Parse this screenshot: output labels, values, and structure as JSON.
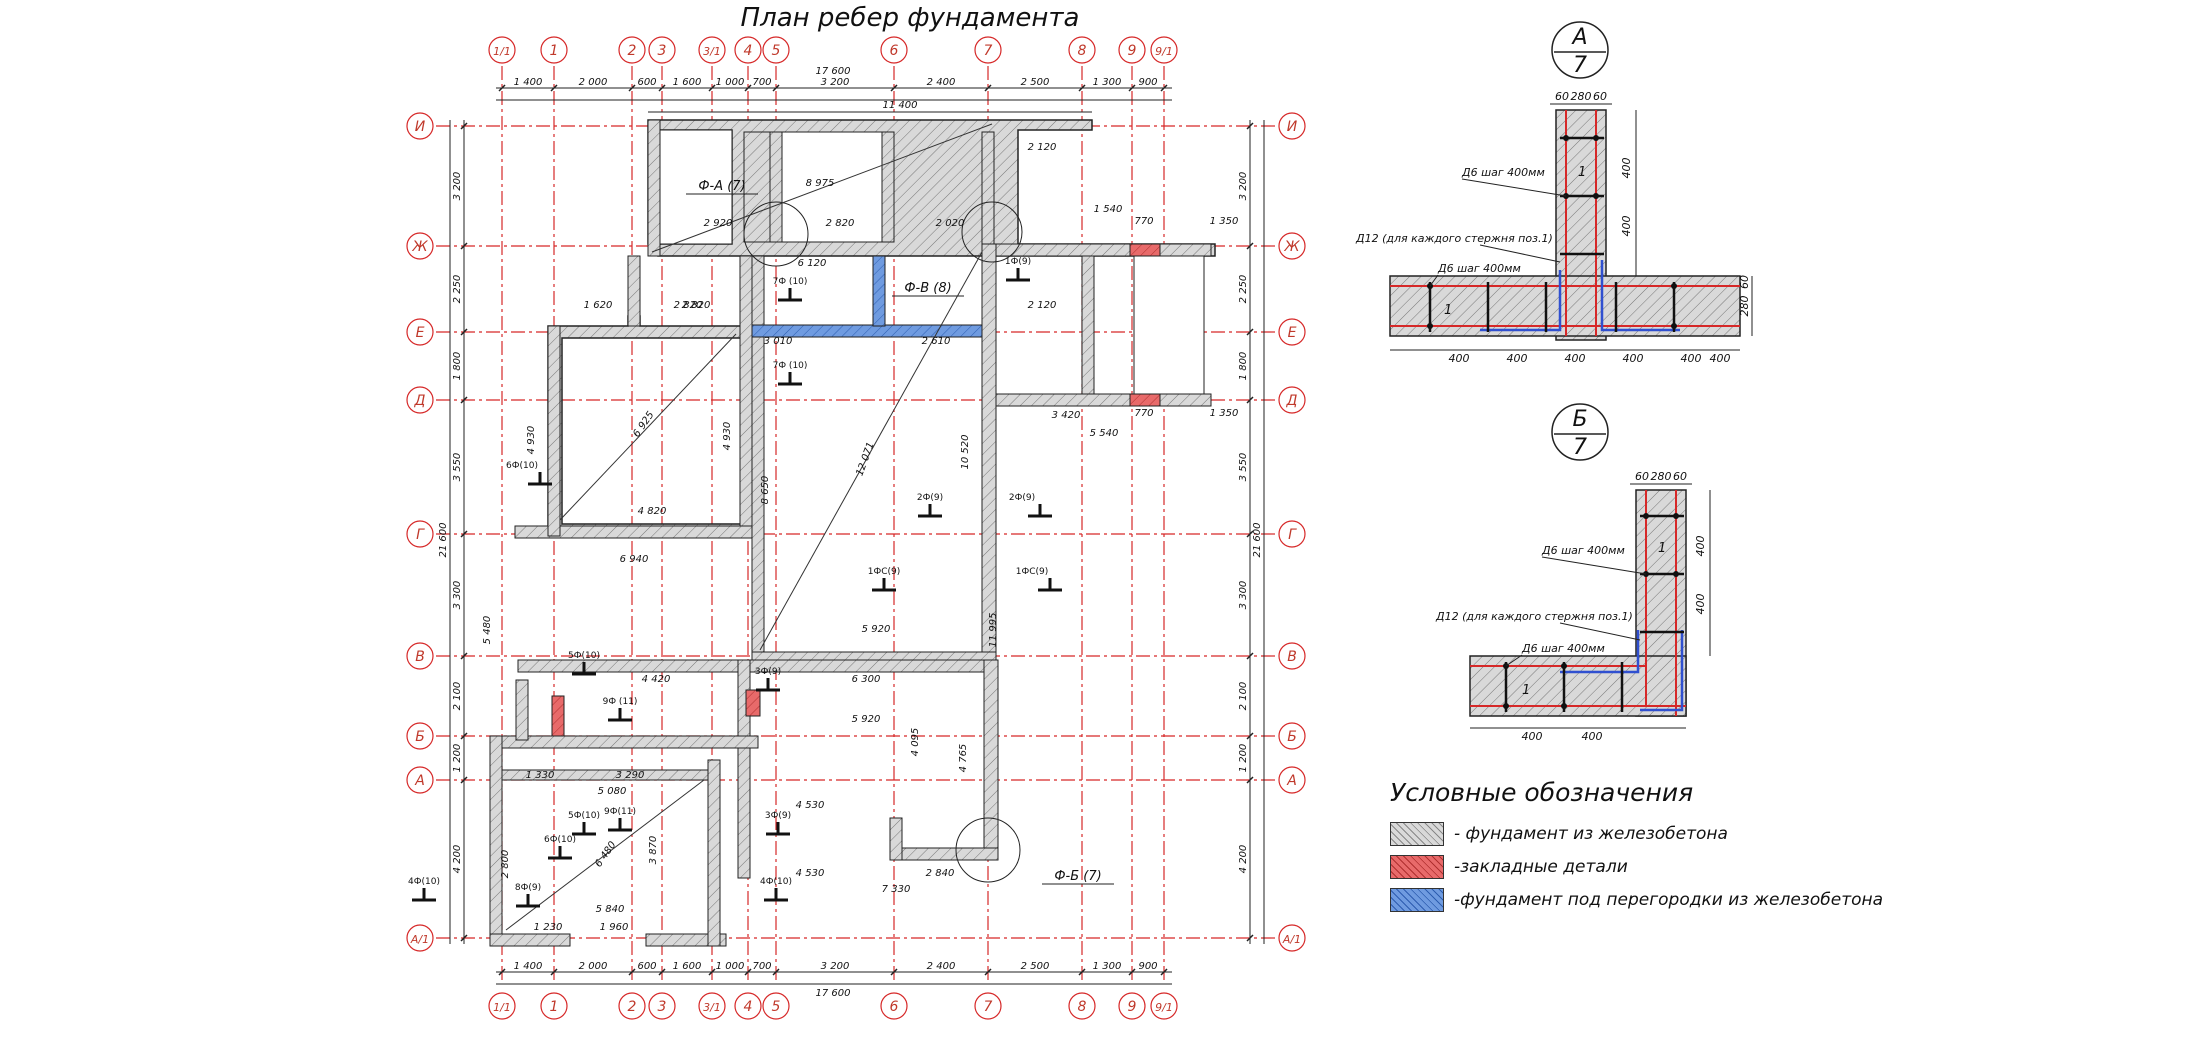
{
  "plan": {
    "title": "План ребер фундамента",
    "axes_x": [
      {
        "label": "1/1"
      },
      {
        "label": "1"
      },
      {
        "label": "2"
      },
      {
        "label": "3"
      },
      {
        "label": "3/1"
      },
      {
        "label": "4"
      },
      {
        "label": "5"
      },
      {
        "label": "6"
      },
      {
        "label": "7"
      },
      {
        "label": "8"
      },
      {
        "label": "9"
      },
      {
        "label": "9/1"
      }
    ],
    "axes_y": [
      {
        "label": "И"
      },
      {
        "label": "Ж"
      },
      {
        "label": "Е"
      },
      {
        "label": "Д"
      },
      {
        "label": "Г"
      },
      {
        "label": "В"
      },
      {
        "label": "Б"
      },
      {
        "label": "А"
      },
      {
        "label": "А/1"
      }
    ],
    "top_spans": [
      "1 400",
      "2 000",
      "600",
      "1 600",
      "1 000",
      "700",
      "3 200",
      "2 400",
      "2 500",
      "1 300",
      "900"
    ],
    "total_width": "17 600",
    "inner_width": "11 400",
    "side_spans": [
      "3 200",
      "2 250",
      "1 800",
      "3 550",
      "3 300",
      "2 100",
      "1 200",
      "4 200"
    ],
    "total_height": "21 600",
    "inner_dims": [
      {
        "text": "2 920"
      },
      {
        "text": "2 820"
      },
      {
        "text": "2 020"
      },
      {
        "text": "2 120"
      },
      {
        "text": "1 540"
      },
      {
        "text": "2 120"
      },
      {
        "text": "1 620"
      },
      {
        "text": "2 820"
      },
      {
        "text": "3 010"
      },
      {
        "text": "2 610"
      },
      {
        "text": "3 420"
      },
      {
        "text": "5 540"
      },
      {
        "text": "4 820"
      },
      {
        "text": "6 940"
      },
      {
        "text": "5 920"
      },
      {
        "text": "6 300"
      },
      {
        "text": "5 920"
      },
      {
        "text": "4 420"
      },
      {
        "text": "4 530"
      },
      {
        "text": "4 530"
      },
      {
        "text": "7 330"
      },
      {
        "text": "2 840"
      },
      {
        "text": "5 080"
      },
      {
        "text": "5 840"
      },
      {
        "text": "3 290"
      },
      {
        "text": "1 330"
      },
      {
        "text": "1 230"
      },
      {
        "text": "1 960"
      },
      {
        "text": "1 350"
      },
      {
        "text": "1 350"
      },
      {
        "text": "770"
      },
      {
        "text": "770"
      },
      {
        "text": "2 820"
      },
      {
        "text": "8 975"
      },
      {
        "text": "6 120"
      },
      {
        "text": "12 071"
      },
      {
        "text": "10 520"
      },
      {
        "text": "11 995"
      },
      {
        "text": "8 650"
      },
      {
        "text": "4 930"
      },
      {
        "text": "4 930"
      },
      {
        "text": "6 925"
      },
      {
        "text": "5 480"
      },
      {
        "text": "4 765"
      },
      {
        "text": "4 095"
      },
      {
        "text": "6 480"
      },
      {
        "text": "2 800"
      },
      {
        "text": "3 870"
      }
    ],
    "section_marks": [
      {
        "text": "1Ф(9)"
      },
      {
        "text": "7Ф (10)"
      },
      {
        "text": "7Ф (10)"
      },
      {
        "text": "6Ф(10)"
      },
      {
        "text": "2Ф(9)"
      },
      {
        "text": "2Ф(9)"
      },
      {
        "text": "1ФС(9)"
      },
      {
        "text": "1ФС(9)"
      },
      {
        "text": "5Ф(10)"
      },
      {
        "text": "9Ф (11)"
      },
      {
        "text": "3Ф(9)"
      },
      {
        "text": "5Ф(10)"
      },
      {
        "text": "9Ф(11)"
      },
      {
        "text": "6Ф(10)"
      },
      {
        "text": "3Ф(9)"
      },
      {
        "text": "4Ф(10)"
      },
      {
        "text": "4Ф(10)"
      },
      {
        "text": "8Ф(9)"
      },
      {
        "text": "8Ф(9)"
      },
      {
        "text": "1Ф(9)"
      }
    ],
    "node_refs": [
      {
        "text": "Ф-А (7)"
      },
      {
        "text": "Ф-В (8)"
      },
      {
        "text": "Ф-Б (7)"
      }
    ]
  },
  "detail_a": {
    "letter": "А",
    "sheet": "7",
    "top_dims": [
      "60",
      "280",
      "60"
    ],
    "vert_dims": [
      "400",
      "400"
    ],
    "side_dim": "280",
    "side_dim2": "60",
    "bottom_dims": [
      "400",
      "400",
      "400",
      "400",
      "400",
      "400"
    ],
    "rebar_note1": "Д6 шаг 400мм",
    "rebar_note2": "Д12 (для каждого стержня поз.1)",
    "rebar_note3": "Д6 шаг 400мм",
    "pos": "1"
  },
  "detail_b": {
    "letter": "Б",
    "sheet": "7",
    "top_dims": [
      "60",
      "280",
      "60"
    ],
    "vert_dims": [
      "400",
      "400"
    ],
    "bottom_dims": [
      "400",
      "400"
    ],
    "rebar_note1": "Д6 шаг 400мм",
    "rebar_note2": "Д12 (для каждого стержня поз.1)",
    "rebar_note3": "Д6 шаг 400мм",
    "pos": "1"
  },
  "legend": {
    "title": "Условные обозначения",
    "items": [
      {
        "text": "- фундамент из железобетона",
        "color": "#d9d9d9"
      },
      {
        "text": "-закладные детали",
        "color": "#e86a6a"
      },
      {
        "text": "-фундамент под перегородки из железобетона",
        "color": "#6f9be0"
      }
    ]
  },
  "colors": {
    "axis": "#d62828",
    "concrete": "#d9d9d9",
    "embedded": "#e86a6a",
    "partition": "#6f9be0",
    "rebar_red": "#d62828",
    "rebar_blue": "#3050d0"
  }
}
